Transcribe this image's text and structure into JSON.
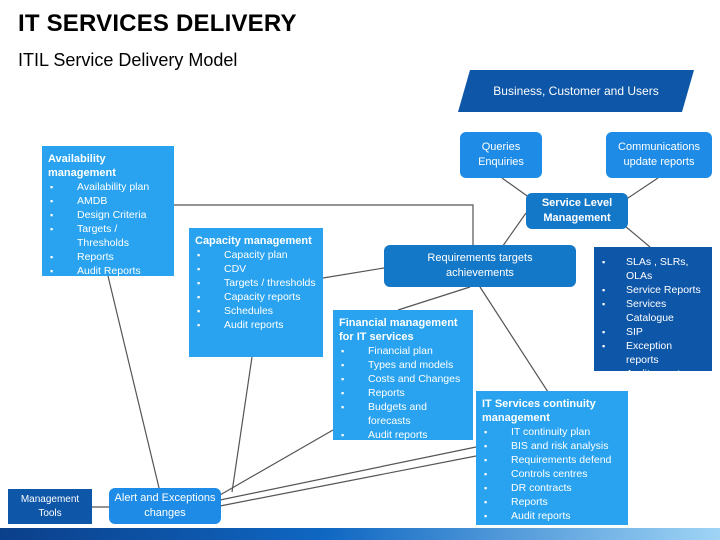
{
  "header": {
    "title": "IT SERVICES DELIVERY",
    "subtitle": "ITIL Service Delivery Model"
  },
  "banner": {
    "label": "Business, Customer and Users"
  },
  "queries": {
    "label": "Queries\nEnquiries"
  },
  "communications": {
    "label": "Communications\nupdate reports"
  },
  "slm": {
    "label": "Service Level\nManagement"
  },
  "requirements": {
    "label": "Requirements targets\nachievements"
  },
  "availability": {
    "heading": "Availability management",
    "items": [
      "Availability plan",
      "AMDB",
      "Design Criteria",
      "Targets / Thresholds",
      "Reports",
      "Audit Reports"
    ]
  },
  "capacity": {
    "heading": "Capacity management",
    "items": [
      "Capacity plan",
      "CDV",
      "Targets / thresholds",
      "Capacity reports",
      "Schedules",
      "Audit reports"
    ]
  },
  "financial": {
    "heading": "Financial  management\nfor IT services",
    "items": [
      "Financial plan",
      "Types and models",
      "Costs and Changes",
      "Reports",
      "Budgets and forecasts",
      "Audit reports"
    ]
  },
  "continuity": {
    "heading": "IT Services continuity\nmanagement",
    "items": [
      "IT continuity plan",
      "BIS and risk analysis",
      "Requirements defend",
      "Controls centres",
      "DR contracts",
      "Reports",
      "Audit reports"
    ]
  },
  "sla_panel": {
    "items": [
      "SLAs , SLRs, OLAs",
      "Service Reports",
      "Services\nCatalogue",
      "SIP",
      "Exception\nreports",
      "Audit reports"
    ]
  },
  "alert": {
    "label": "Alert and Exceptions\nchanges"
  },
  "management_tools": {
    "label": "Management\nTools"
  },
  "colors": {
    "panel_blue": "#29a3ef",
    "pill_blue": "#1e8ce6",
    "dark_blue": "#0d56a8",
    "connector": "#555555"
  }
}
